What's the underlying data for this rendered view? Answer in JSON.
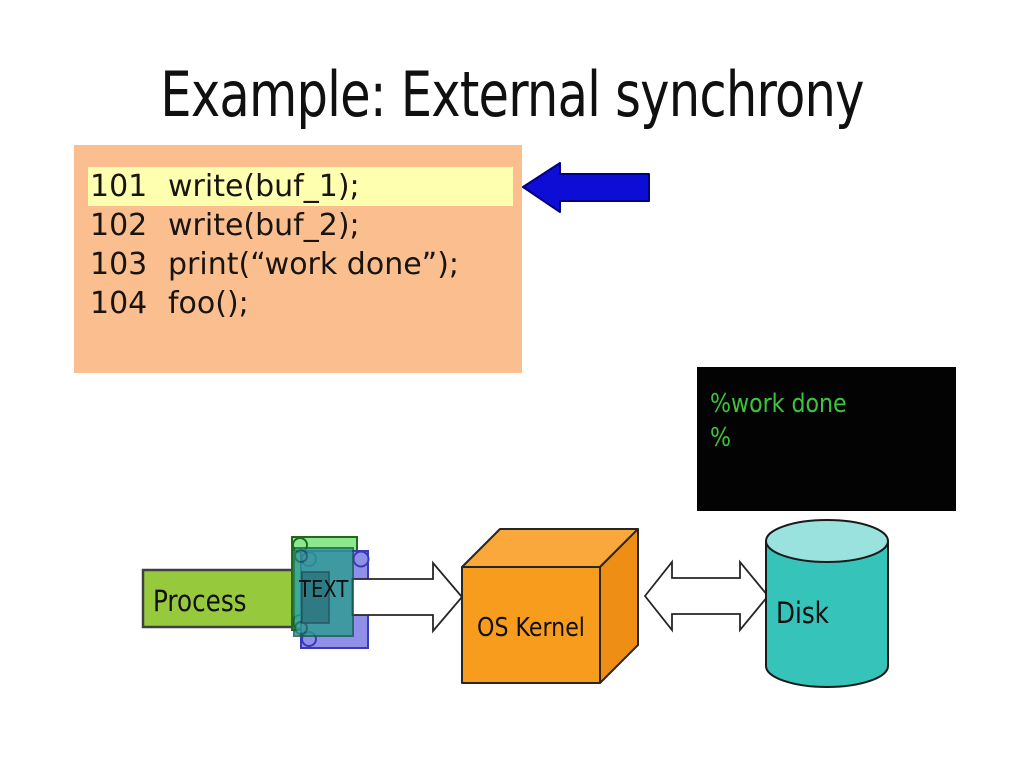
{
  "title": "Example: External synchrony",
  "code_block": {
    "bg": "#FBBF8F",
    "highlight_bg": "#FFFFB0",
    "highlighted_line": "101",
    "lines": [
      {
        "num": "101",
        "text": "write(buf_1);",
        "highlighted": true
      },
      {
        "num": "102",
        "text": "write(buf_2);",
        "highlighted": false
      },
      {
        "num": "103",
        "text": "print(“work done”);",
        "highlighted": false
      },
      {
        "num": "104",
        "text": "foo();",
        "highlighted": false
      }
    ]
  },
  "terminal": {
    "bg": "#030303",
    "text_color": "#3BC53B",
    "lines": [
      "%work done",
      "%"
    ]
  },
  "diagram": {
    "process_label": "Process",
    "scroll_label": "TEXT",
    "kernel_label": "OS Kernel",
    "disk_label": "Disk",
    "colors": {
      "arrow_blue": "#0D0DD6",
      "arrow_blue_border": "#000080",
      "flow_arrow_fill": "#FFFFFF",
      "process_fill": "#97C93D",
      "process_border": "#404040",
      "scroll_green": "#8DE88D",
      "scroll_blue": "#9090E8",
      "scroll_teal": "#2A9D8F",
      "scroll_teal_inner": "#17766B",
      "kernel_front": "#F89C1D",
      "kernel_top": "#FAA83C",
      "kernel_side": "#EE8E15",
      "disk_body": "#36C3BA",
      "disk_top": "#99E2DE"
    }
  }
}
